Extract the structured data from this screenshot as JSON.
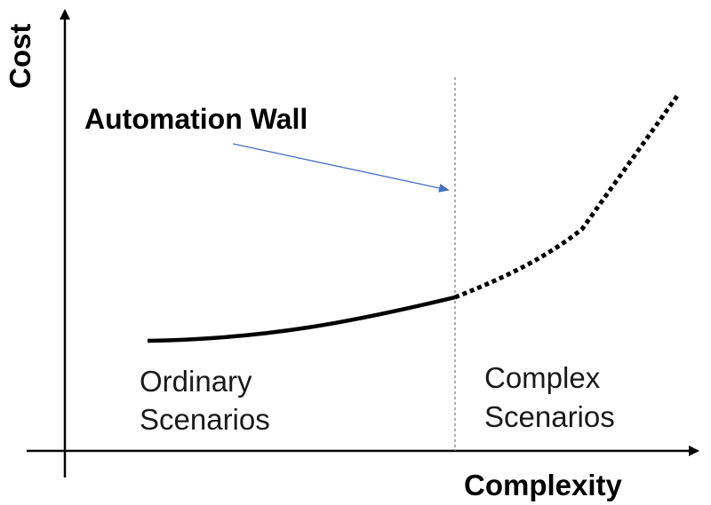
{
  "axes": {
    "y_label": "Cost",
    "x_label": "Complexity"
  },
  "annotation": {
    "label": "Automation Wall"
  },
  "regions": {
    "ordinary": {
      "line1": "Ordinary",
      "line2": "Scenarios"
    },
    "complex": {
      "line1": "Complex",
      "line2": "Scenarios"
    }
  },
  "colors": {
    "axis": "#000000",
    "curve": "#000000",
    "arrow": "#4472c4",
    "wall": "#777777"
  }
}
